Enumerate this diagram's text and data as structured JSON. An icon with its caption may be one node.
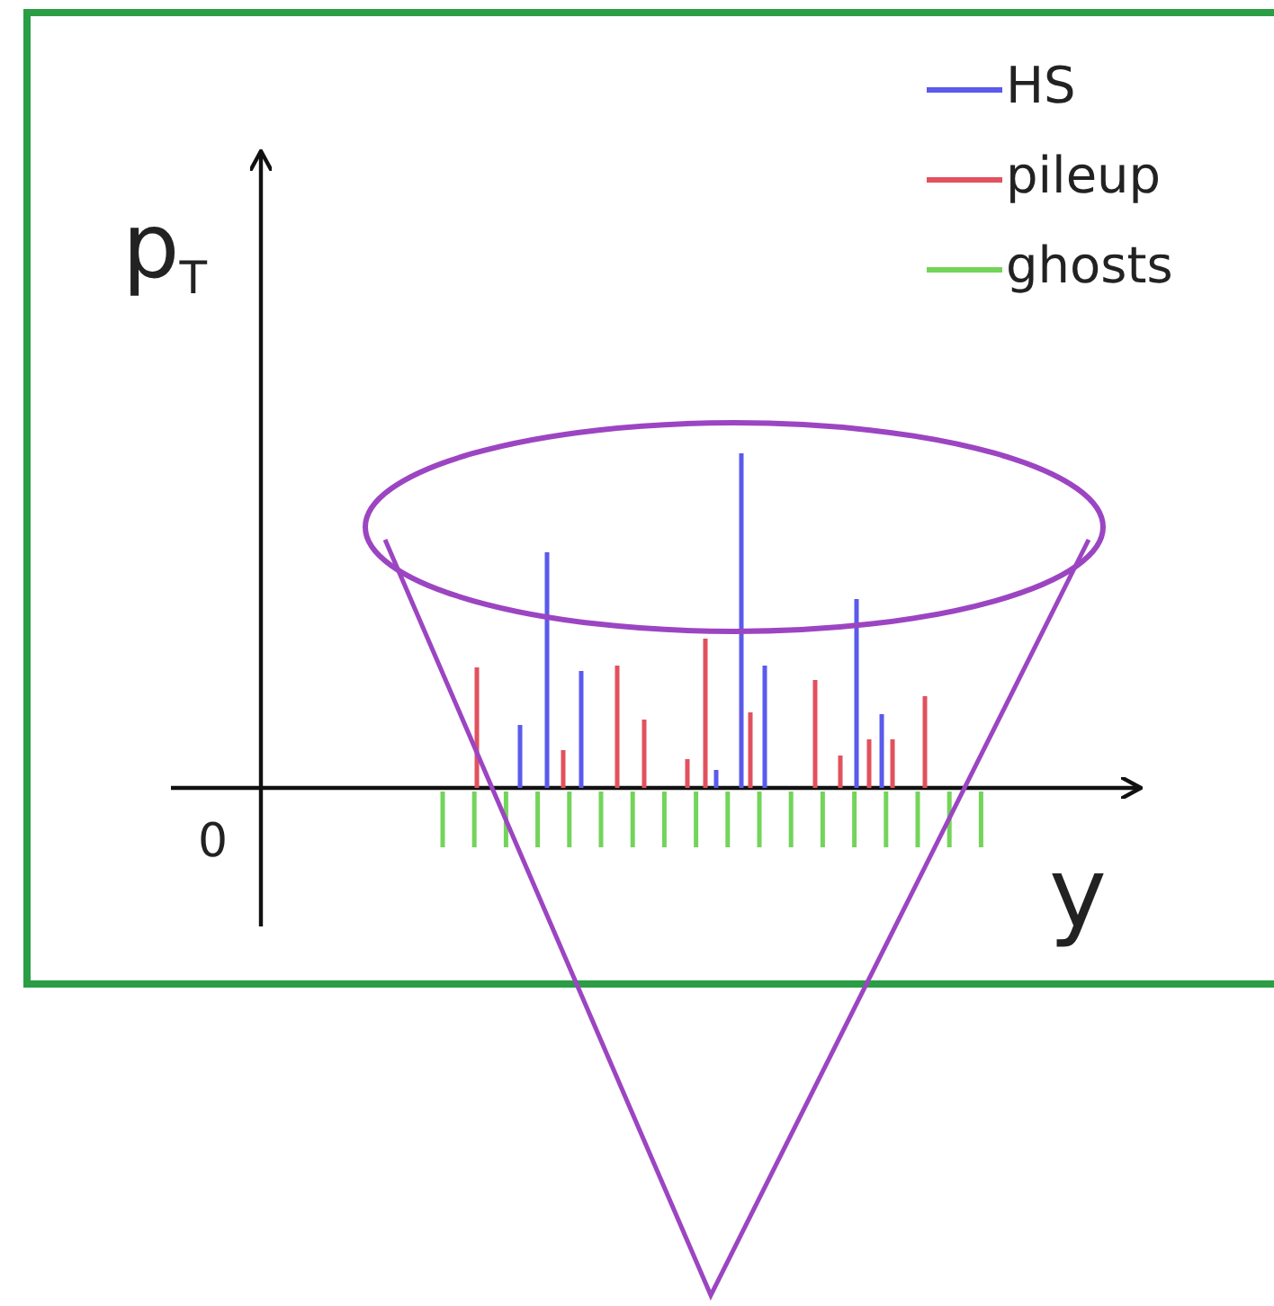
{
  "diagram": {
    "labels": [
      "p$_{T}$",
      "0",
      "y"
    ],
    "legend": [
      {
        "text": "HS",
        "color": "#5a5aec"
      },
      {
        "text": "pileup",
        "color": "#e2515d"
      },
      {
        "text": "ghosts",
        "color": "#73d45a"
      }
    ]
  }
}
